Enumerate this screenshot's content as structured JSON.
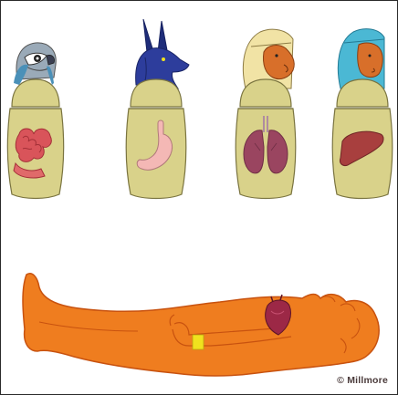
{
  "credit": {
    "text": "© Millmore"
  },
  "jars": [
    {
      "head": "falcon-head",
      "organ": "intestines"
    },
    {
      "head": "jackal-head",
      "organ": "stomach"
    },
    {
      "head": "baboon-head",
      "organ": "lungs"
    },
    {
      "head": "human-head",
      "organ": "liver"
    }
  ],
  "mummy": {
    "organ": "heart"
  },
  "colors": {
    "jar_body": "#d9d28a",
    "jar_outline": "#7a7440",
    "mummy_fill": "#ef7d1f",
    "mummy_outline": "#c8520f",
    "organ_red": "#d9545a",
    "heart": "#9c2846",
    "liver": "#a83f3e",
    "lungs": "#9a4560",
    "stomach": "#f4b8b5",
    "jackal": "#2d3d9c",
    "baboon": "#d86f2a",
    "headdress_blue": "#4bb8d4",
    "headdress_cream": "#f1e3a5",
    "wristband": "#f0e21e"
  }
}
